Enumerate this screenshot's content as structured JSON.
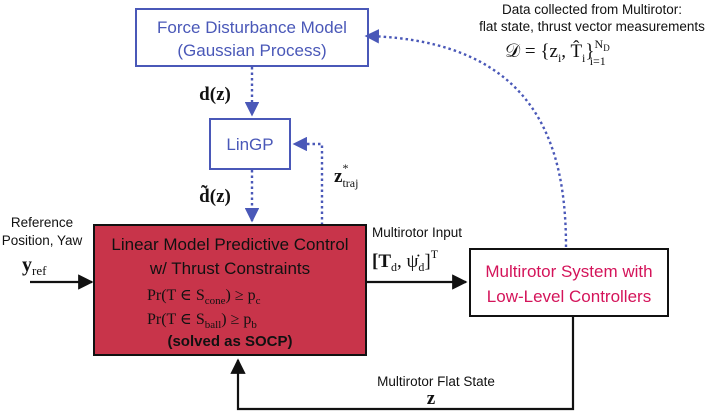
{
  "colors": {
    "blue": "#4a58b8",
    "magenta": "#d4145a",
    "mpc_fill": "#c8344a",
    "black": "#111111",
    "dotted": "#4a58b8"
  },
  "force_model": {
    "line1": "Force Disturbance Model",
    "line2": "(Gaussian Process)"
  },
  "lingp": {
    "label": "LinGP"
  },
  "d_z": "d(z)",
  "d_tilde_z": "d̃(z)",
  "z_traj": {
    "base": "z",
    "sup": "*",
    "sub": "traj"
  },
  "data_note": {
    "line1": "Data collected from Multirotor:",
    "line2": "flat state, thrust vector measurements",
    "formula_prefix": "𝒟 = {z",
    "formula_sub_i": "i",
    "formula_mid": ", T̂",
    "formula_sub_i2": "i",
    "formula_close": "}",
    "formula_sup": "N",
    "formula_sup_sub": "D",
    "formula_sub_range": "i=1"
  },
  "reference": {
    "line1": "Reference",
    "line2": "Position, Yaw",
    "symbol": "y",
    "symbol_sub": "ref"
  },
  "mpc": {
    "line1": "Linear Model Predictive Control",
    "line2": "w/ Thrust Constraints",
    "c1_a": "Pr(T ∈ S",
    "c1_sub": "cone",
    "c1_b": ") ≥ p",
    "c1_psub": "c",
    "c2_a": "Pr(T ∈ S",
    "c2_sub": "ball",
    "c2_b": ") ≥ p",
    "c2_psub": "b",
    "line5": "(solved as SOCP)"
  },
  "multirotor_input": {
    "label": "Multirotor Input",
    "formula_a": "[T",
    "formula_sub_d": "d",
    "formula_b": ", ψ̇",
    "formula_sub_d2": "d",
    "formula_c": "]",
    "formula_sup": "T"
  },
  "system": {
    "line1": "Multirotor System with",
    "line2": "Low-Level Controllers"
  },
  "flat_state": {
    "label": "Multirotor Flat State",
    "symbol": "z"
  }
}
